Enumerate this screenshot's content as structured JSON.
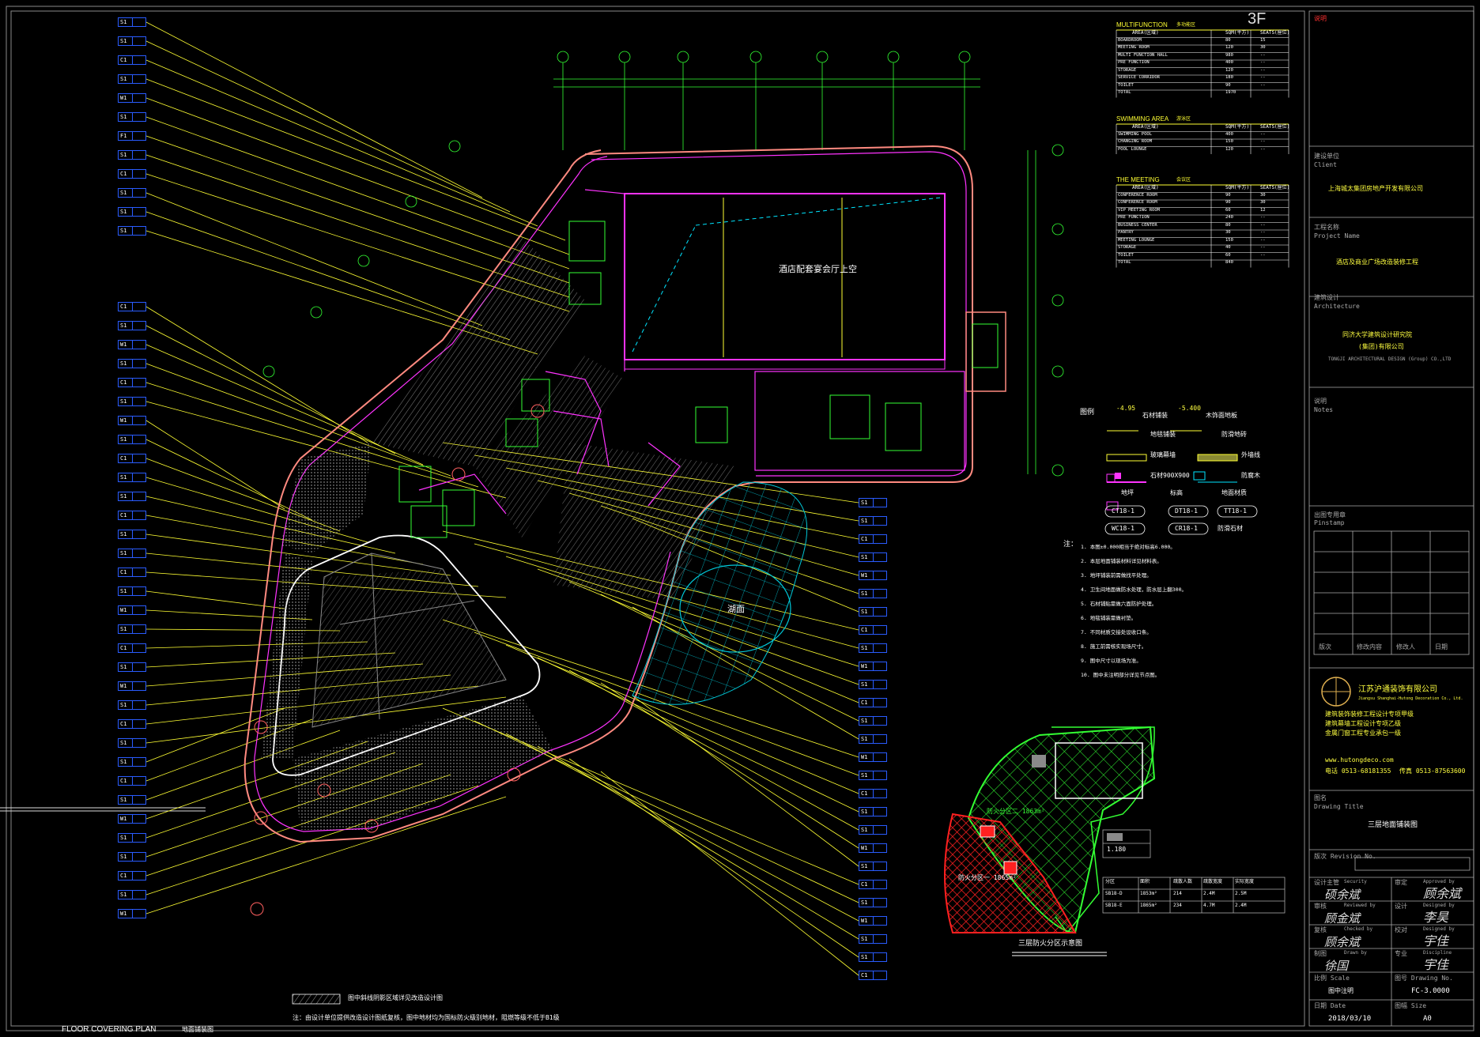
{
  "sheet": {
    "floor_mark": "3F",
    "plan_title": "FLOOR COVERING PLAN",
    "plan_title_cn": "地面铺装图",
    "hall_label": "酒店配套宴会厅上空",
    "lake_label": "湖面",
    "hatch_note": "图中斜线阴影区域详见改造设计图",
    "bottom_note": "注：由设计单位提供改造设计图纸复核，图中地材均为国标防火级别地材，阻燃等级不低于B1级"
  },
  "area_tables": [
    {
      "title": "MULTIFUNCTION",
      "title_cn": "多功能区",
      "columns": [
        "AREA(区域)",
        "SQM(平方)",
        "SEATS(座位)"
      ],
      "rows": [
        [
          "BOARDROOM",
          "80",
          "15"
        ],
        [
          "MEETING ROOM",
          "120",
          "30"
        ],
        [
          "MULTI FUNCTION HALL",
          "980",
          "--"
        ],
        [
          "PRE FUNCTION",
          "400",
          "--"
        ],
        [
          "STORAGE",
          "120",
          "--"
        ],
        [
          "SERVICE CORRIDOR",
          "180",
          "--"
        ],
        [
          "TOILET",
          "90",
          "--"
        ],
        [
          "TOTAL",
          "1970",
          ""
        ]
      ]
    },
    {
      "title": "SWIMMING AREA",
      "title_cn": "游泳区",
      "columns": [
        "AREA(区域)",
        "SQM(平方)",
        "SEATS(座位)"
      ],
      "rows": [
        [
          "SWIMMING POOL",
          "400",
          "--"
        ],
        [
          "CHANGING ROOM",
          "150",
          "--"
        ],
        [
          "POOL LOUNGE",
          "120",
          "--"
        ]
      ]
    },
    {
      "title": "THE MEETING",
      "title_cn": "会议区",
      "columns": [
        "AREA(区域)",
        "SQM(平方)",
        "SEATS(座位)"
      ],
      "rows": [
        [
          "CONFERENCE ROOM",
          "90",
          "30"
        ],
        [
          "CONFERENCE ROOM",
          "90",
          "30"
        ],
        [
          "VIP MEETING ROOM",
          "60",
          "12"
        ],
        [
          "PRE FUNCTION",
          "240",
          "--"
        ],
        [
          "BUSINESS CENTER",
          "80",
          "--"
        ],
        [
          "PANTRY",
          "30",
          "--"
        ],
        [
          "MEETING LOUNGE",
          "150",
          "--"
        ],
        [
          "STORAGE",
          "40",
          "--"
        ],
        [
          "TOILET",
          "60",
          "--"
        ],
        [
          "TOTAL",
          "840",
          ""
        ]
      ]
    }
  ],
  "legend": {
    "title": "图例",
    "items": [
      "石材铺装",
      "木饰面地板",
      "地毯铺装",
      "防滑地砖",
      "玻璃幕墙",
      "外墙线",
      "石材900X900",
      "防腐木",
      "地坪",
      "标高",
      "地面材质",
      "防滑石材"
    ],
    "levels": [
      "-4.95",
      "-5.400"
    ],
    "codes": [
      "CT18-1",
      "DT18-1",
      "TT18-1",
      "WC18-1",
      "CR18-1"
    ]
  },
  "notes": {
    "title": "注：",
    "items": [
      "1. 本图±0.000相当于绝对标高6.000。",
      "2. 本层地面铺装材料详见材料表。",
      "3. 地坪铺装前需做找平处理。",
      "4. 卫生间地面做防水处理，防水层上翻300。",
      "5. 石材铺贴需做六面防护处理。",
      "6. 地毯铺装需做衬垫。",
      "7. 不同材质交接处设收口条。",
      "8. 施工前需核实现场尺寸。",
      "9. 图中尺寸以现场为准。",
      "10. 图中未注明部分详见节点图。"
    ]
  },
  "key_plan": {
    "title": "三层防火分区示意图",
    "label_green": "防火分区二 1863m²",
    "label_red": "防火分区一 1865m²",
    "table_header": [
      "分区",
      "面积",
      "疏散人数",
      "疏散宽度",
      "实际宽度"
    ],
    "table_rows": [
      [
        "SB18-D",
        "1853m²",
        "214",
        "2.4M",
        "2.5M"
      ],
      [
        "SB18-E",
        "1865m²",
        "234",
        "4.7M",
        "2.4M"
      ]
    ],
    "legend_level": "1.180"
  },
  "title_block": {
    "notes_label": "说明",
    "client_label_cn": "建设单位",
    "client_label_en": "Client",
    "client_value": "上海城太集团房地产开发有限公司",
    "project_label_cn": "工程名称",
    "project_label_en": "Project Name",
    "project_value": "酒店及商业广场改造装修工程",
    "architect_label_cn": "建筑设计",
    "architect_label_en": "Architecture",
    "architect_value_1": "同济大学建筑设计研究院",
    "architect_value_2": "(集团)有限公司",
    "architect_value_en": "TONGJI ARCHITECTURAL DESIGN (Group) CO.,LTD",
    "remarks_label_cn": "说明",
    "remarks_label_en": "Notes",
    "seal_label_cn": "出图专用章",
    "seal_label_en": "Pinstamp",
    "firm_name_cn": "江苏沪通装饰有限公司",
    "firm_name_en": "Jiangsu Shanghai-Hutong Decoration Co., Ltd.",
    "firm_lines": [
      "建筑装饰装修工程设计专项甲级",
      "建筑幕墙工程设计专项乙级",
      "金属门窗工程专业承包一级"
    ],
    "firm_web": "www.hutongdeco.com",
    "firm_tel": "电话 0513-68181355",
    "firm_fax": "传真 0513-87563600",
    "drawing_title_label_cn": "图名",
    "drawing_title_label_en": "Drawing Title",
    "drawing_title_value": "三层地面铺装图",
    "revision_label": "版次 Revision No.",
    "revision_columns": [
      "版次",
      "修改内容",
      "修改人",
      "日期"
    ],
    "roles": [
      [
        "设计主管",
        "Security",
        "硕余斌"
      ],
      [
        "审核",
        "Reviewed by",
        "顾金斌"
      ],
      [
        "复核",
        "Checked by",
        "顾余斌"
      ],
      [
        "制图",
        "Drawn by",
        "徐国"
      ]
    ],
    "role_right": [
      [
        "审定",
        "Approved by",
        "顾余斌"
      ],
      [
        "设计",
        "Designed by",
        "李昊"
      ],
      [
        "校对",
        "Designed by",
        "宇佳"
      ],
      [
        "专业",
        "Discipline",
        "宇佳"
      ]
    ],
    "scale_label": "比例 Scale",
    "scale_value": "图中注明",
    "drawing_no_label": "图号 Drawing No.",
    "drawing_no_value": "FC-3.0000",
    "date_label": "日期 Date",
    "date_value": "2018/03/10",
    "size_label": "图幅 Size",
    "size_value": "A0"
  },
  "tags_left": [
    "S1",
    "S1",
    "C1",
    "S1",
    "W1",
    "S1",
    "F1",
    "S1",
    "C1",
    "S1",
    "S1",
    "S1",
    "C1",
    "S1",
    "W1",
    "S1",
    "C1",
    "S1",
    "W1",
    "S1",
    "C1",
    "S1",
    "S1",
    "C1",
    "S1",
    "S1",
    "C1",
    "S1",
    "W1",
    "S1",
    "C1",
    "S1",
    "W1",
    "S1",
    "C1",
    "S1",
    "S1",
    "C1",
    "S1",
    "W1",
    "S1",
    "S1",
    "C1",
    "S1",
    "W1"
  ],
  "tags_right": [
    "S1",
    "S1",
    "C1",
    "S1",
    "W1",
    "S1",
    "S1",
    "C1",
    "S1",
    "W1",
    "S1",
    "C1",
    "S1",
    "S1",
    "W1",
    "S1",
    "C1",
    "S1",
    "S1",
    "W1",
    "S1",
    "C1",
    "S1",
    "W1",
    "S1",
    "S1",
    "C1",
    "S1"
  ],
  "colors": {
    "yellow": "#ffff33",
    "green": "#33ff33",
    "magenta": "#ff33ff",
    "cyan": "#00e5ff",
    "red": "#ff2020",
    "orange": "#ff8844",
    "grey": "#8a8a8a"
  }
}
